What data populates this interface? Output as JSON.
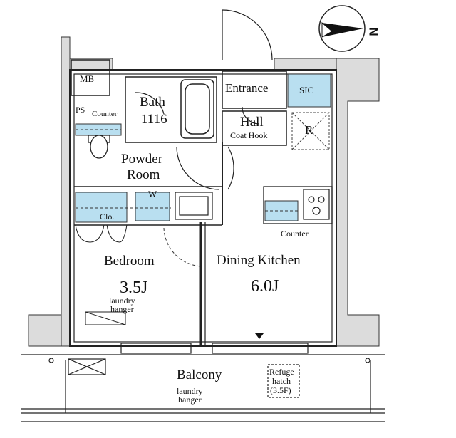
{
  "rooms": {
    "mb": "MB",
    "ps": "PS",
    "bath": "Bath",
    "bath_size": "1116",
    "counter_bath": "Counter",
    "entrance": "Entrance",
    "sic": "SIC",
    "hall": "Hall",
    "coat_hook": "Coat Hook",
    "r": "R",
    "powder_room_1": "Powder",
    "powder_room_2": "Room",
    "w": "W",
    "clo": "Clo.",
    "counter_kitchen": "Counter",
    "bedroom": "Bedroom",
    "bedroom_area": "3.5J",
    "laundry_1": "laundry",
    "laundry_2": "hanger",
    "dining_kitchen": "Dining Kitchen",
    "dk_area": "6.0J",
    "balcony": "Balcony",
    "refuge_1": "Refuge",
    "refuge_2": "hatch",
    "refuge_3": "(3.5F)",
    "balcony_laundry_1": "laundry",
    "balcony_laundry_2": "hanger"
  },
  "compass": {
    "label": "N"
  },
  "colors": {
    "fixture": "#b9dff0",
    "wall": "#d8d8d8",
    "line": "#222222"
  }
}
